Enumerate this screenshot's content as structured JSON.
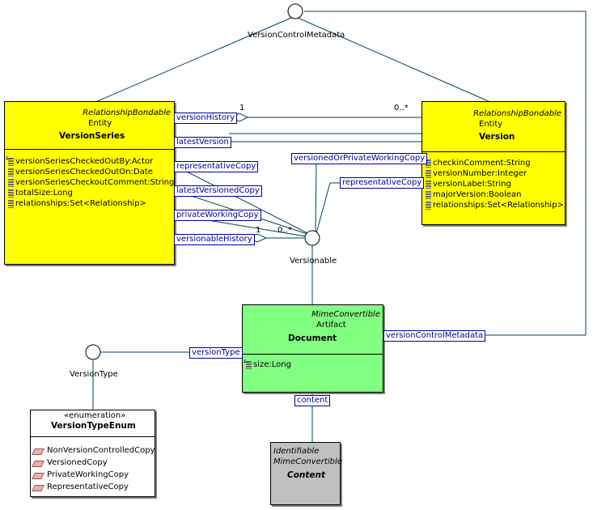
{
  "diagram": {
    "interfaces": {
      "version_control_metadata": "VersionControlMetadata",
      "versionable": "Versionable",
      "version_type": "VersionType"
    },
    "classes": {
      "version_series": {
        "stereotype": "RelationshipBondable",
        "kind": "Entity",
        "name": "VersionSeries",
        "attributes": [
          "versionSeriesCheckedOutBy:Actor",
          "versionSeriesCheckedOutOn:Date",
          "versionSeriesCheckoutComment:String",
          "totalSize:Long",
          "relationships:Set<Relationship>"
        ]
      },
      "version": {
        "stereotype": "RelationshipBondable",
        "kind": "Entity",
        "name": "Version",
        "attributes": [
          "checkinComment:String",
          "versionNumber:Integer",
          "versionLabel:String",
          "majorVersion:Boolean",
          "relationships:Set<Relationship>"
        ]
      },
      "document": {
        "stereotype": "MimeConvertible",
        "kind": "Artifact",
        "name": "Document",
        "attributes": [
          "size:Long"
        ]
      },
      "version_type_enum": {
        "stereotype": "«enumeration»",
        "name": "VersionTypeEnum",
        "literals": [
          "NonVersionControlledCopy",
          "VersionedCopy",
          "PrivateWorkingCopy",
          "RepresentativeCopy"
        ]
      },
      "content": {
        "stereotypes": [
          "Identifiable",
          "MimeConvertible"
        ],
        "name": "Content"
      }
    },
    "association_labels": {
      "version_history": "versionHistory",
      "latest_version": "latestVersion",
      "representative_copy_series": "representativeCopy",
      "latest_versioned_copy": "latestVersionedCopy",
      "private_working_copy": "privateWorkingCopy",
      "versionable_history": "versionableHistory",
      "versioned_or_private_working_copy": "versionedOrPrivateWorkingCopy",
      "representative_copy_version": "representativeCopy",
      "version_control_metadata": "versionControlMetadata",
      "version_type": "versionType",
      "content": "content"
    },
    "multiplicities": {
      "version_history_one": "1",
      "version_history_many": "0..*",
      "versionable_history_one": "1",
      "versionable_history_many": "0..*"
    }
  }
}
